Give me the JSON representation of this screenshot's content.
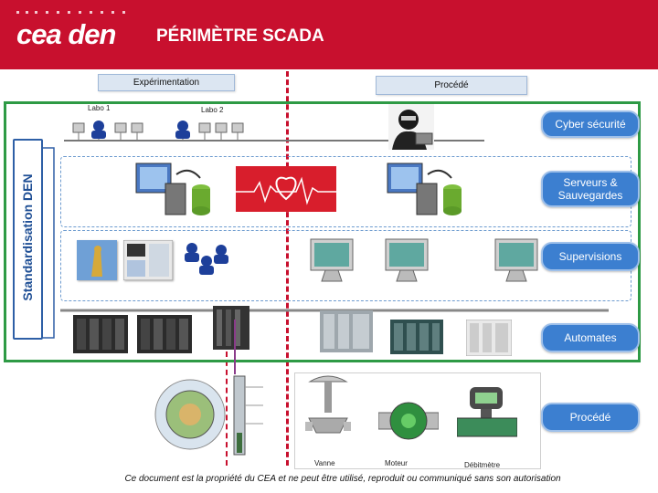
{
  "header": {
    "logo_text": "cea den",
    "title": "PÉRIMÈTRE SCADA"
  },
  "tabs": {
    "experimentation": "Expérimentation",
    "procede": "Procédé"
  },
  "labels": {
    "labo1": "Labo 1",
    "labo2": "Labo 2",
    "standardisation": "Standardisation DEN"
  },
  "layers": [
    {
      "id": "cyber",
      "label": "Cyber sécurité"
    },
    {
      "id": "serveurs",
      "label": "Serveurs & Sauvegardes"
    },
    {
      "id": "supervisions",
      "label": "Supervisions"
    },
    {
      "id": "automates",
      "label": "Automates"
    },
    {
      "id": "procede",
      "label": "Procédé"
    }
  ],
  "devices": {
    "vanne": "Vanne",
    "moteur": "Moteur",
    "debitmetre": "Débitmètre"
  },
  "footer": "Ce document est la propriété du CEA et ne peut être utilisé, reproduit ou communiqué sans son autorisation",
  "colors": {
    "header_red": "#c8102e",
    "frame_green": "#2e9a45",
    "pill_blue": "#3c7fd0",
    "standard_blue": "#2e5fa6"
  }
}
